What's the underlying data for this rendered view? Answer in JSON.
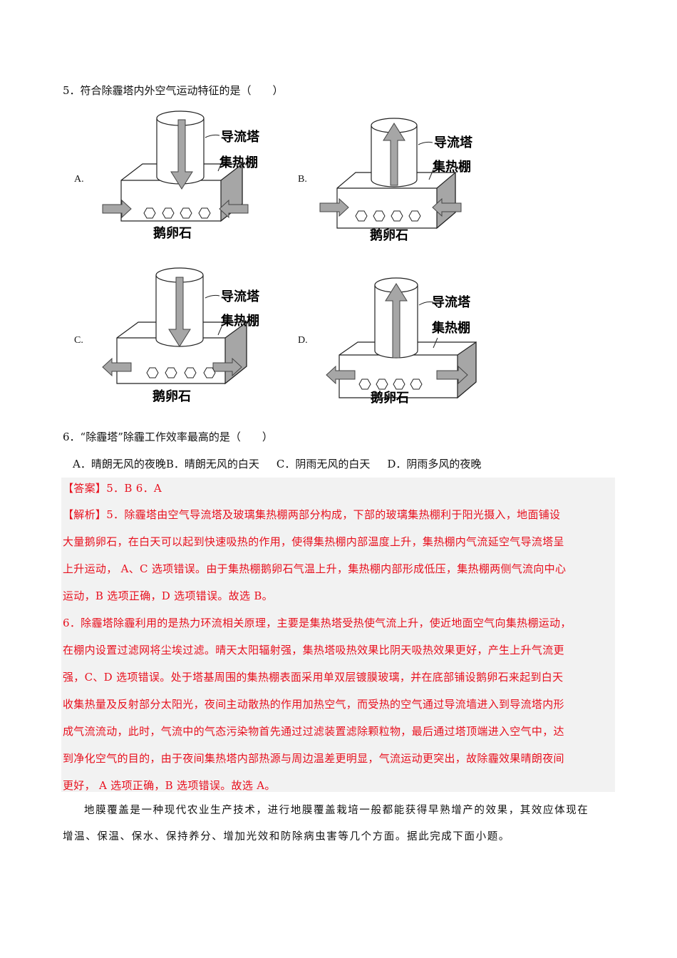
{
  "question5": {
    "stem": "5．符合除霾塔内外空气运动特征的是（　　）",
    "diagram_labels": {
      "tower": "导流塔",
      "shed": "集热棚",
      "stones": "鹅卵石"
    },
    "options": [
      {
        "label": "A.",
        "tower_flow": "down",
        "side_flow": "inward"
      },
      {
        "label": "B.",
        "tower_flow": "up",
        "side_flow": "inward"
      },
      {
        "label": "C.",
        "tower_flow": "down",
        "side_flow": "outward"
      },
      {
        "label": "D.",
        "tower_flow": "up",
        "side_flow": "outward"
      }
    ]
  },
  "question6": {
    "stem": "6．“除霾塔”除霾工作效率最高的是（　　）",
    "choices": [
      "A．晴朗无风的夜晚",
      "B．晴朗无风的白天",
      "C．阴雨无风的白天",
      "D．阴雨多风的夜晚"
    ]
  },
  "answer": {
    "tag": "【答案】",
    "text": "5．B 6．A"
  },
  "analysis": {
    "tag": "【解析】",
    "lines": [
      "5．除霾塔由空气导流塔及玻璃集热棚两部分构成，下部的玻璃集热棚利于阳光摄入，地面铺设",
      "大量鹅卵石，在白天可以起到快速吸热的作用，使得集热棚内部温度上升，集热棚内气流延空气导流塔呈",
      "上升运动，  A、C 选项错误。由于集热棚鹅卵石气温上升，集热棚内部形成低压，集热棚两侧气流向中心",
      "运动，B 选项正确，D 选项错误。故选 B。",
      "6．除霾塔除霾利用的是热力环流相关原理，主要是集热塔受热使气流上升，使近地面空气向集热棚运动，",
      "在棚内设置过滤网将尘埃过滤。晴天太阳辐射强，集热塔吸热效果比阴天吸热效果更好，产生上升气流更",
      "强，C、D 选项错误。处于塔基周围的集热棚表面采用单双层镀膜玻璃，并在底部铺设鹅卵石来起到白天",
      "收集热量及反射部分太阳光，夜间主动散热的作用加热空气，而受热的空气通过导流墙进入到导流塔内形",
      "成气流流动，此时，气流中的气态污染物首先通过过滤装置滤除颗粒物，最后通过塔顶端进入空气中，达",
      "到净化空气的目的，由于夜间集热塔内部热源与周边温差更明显，气流运动更突出，故除霾效果晴朗夜间",
      "更好，  A 选项正确，B 选项错误。故选 A。"
    ]
  },
  "passage": {
    "lines": [
      "地膜覆盖是一种现代农业生产技术，进行地膜覆盖栽培一般都能获得早熟增产的效果，其效应体现在",
      "增温、保温、保水、保持养分、增加光效和防除病虫害等几个方面。据此完成下面小题。"
    ]
  },
  "colors": {
    "answer_red": "#e8101e",
    "answer_bg": "#f2f2f2",
    "arrow_fill": "#a6a6a6"
  }
}
